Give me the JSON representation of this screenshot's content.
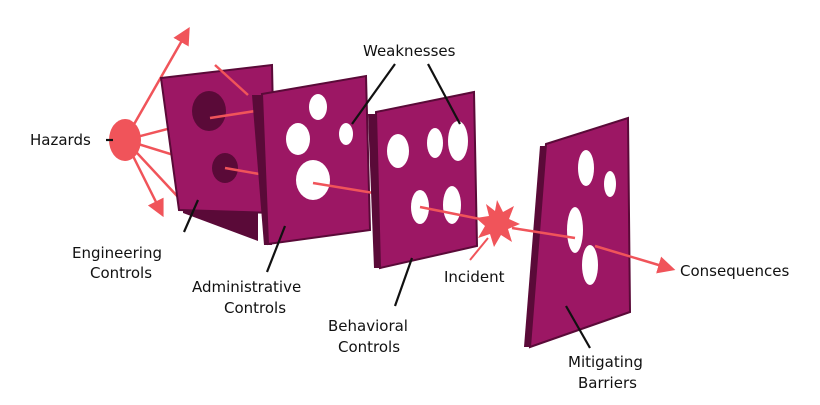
{
  "labels": {
    "hazards": "Hazards",
    "weaknesses": "Weaknesses",
    "engineering_1": "Engineering",
    "engineering_2": "Controls",
    "administrative_1": "Administrative",
    "administrative_2": "Controls",
    "behavioral_1": "Behavioral",
    "behavioral_2": "Controls",
    "incident": "Incident",
    "consequences": "Consequences",
    "mitigating_1": "Mitigating",
    "mitigating_2": "Barriers"
  },
  "colors": {
    "plate": "#9c1764",
    "plate_edge": "#5a0a38",
    "arrow": "#f0545a",
    "hazard": "#f0545a",
    "text": "#111111"
  }
}
